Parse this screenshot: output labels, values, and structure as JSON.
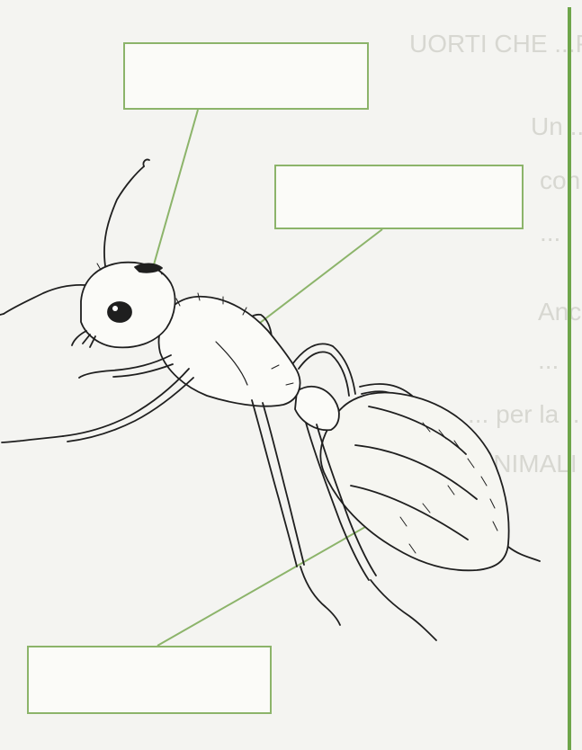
{
  "diagram": {
    "subject": "ant-anatomy",
    "labels": [
      {
        "id": "head",
        "text": ""
      },
      {
        "id": "thorax",
        "text": ""
      },
      {
        "id": "abdomen",
        "text": ""
      }
    ],
    "colors": {
      "leader_line": "#8cb46a",
      "box_border": "#8cb46a",
      "right_rule": "#6ea54a",
      "ink": "#1f1f1f",
      "faint_text": "#d8d8d3"
    },
    "faint_text": [
      "UORTI CHE ...PONIAMO...",
      "Un ...",
      "con ...",
      "...",
      "Anche ...",
      "...",
      "... per la ...",
      "... ANIMALI ME..."
    ]
  }
}
